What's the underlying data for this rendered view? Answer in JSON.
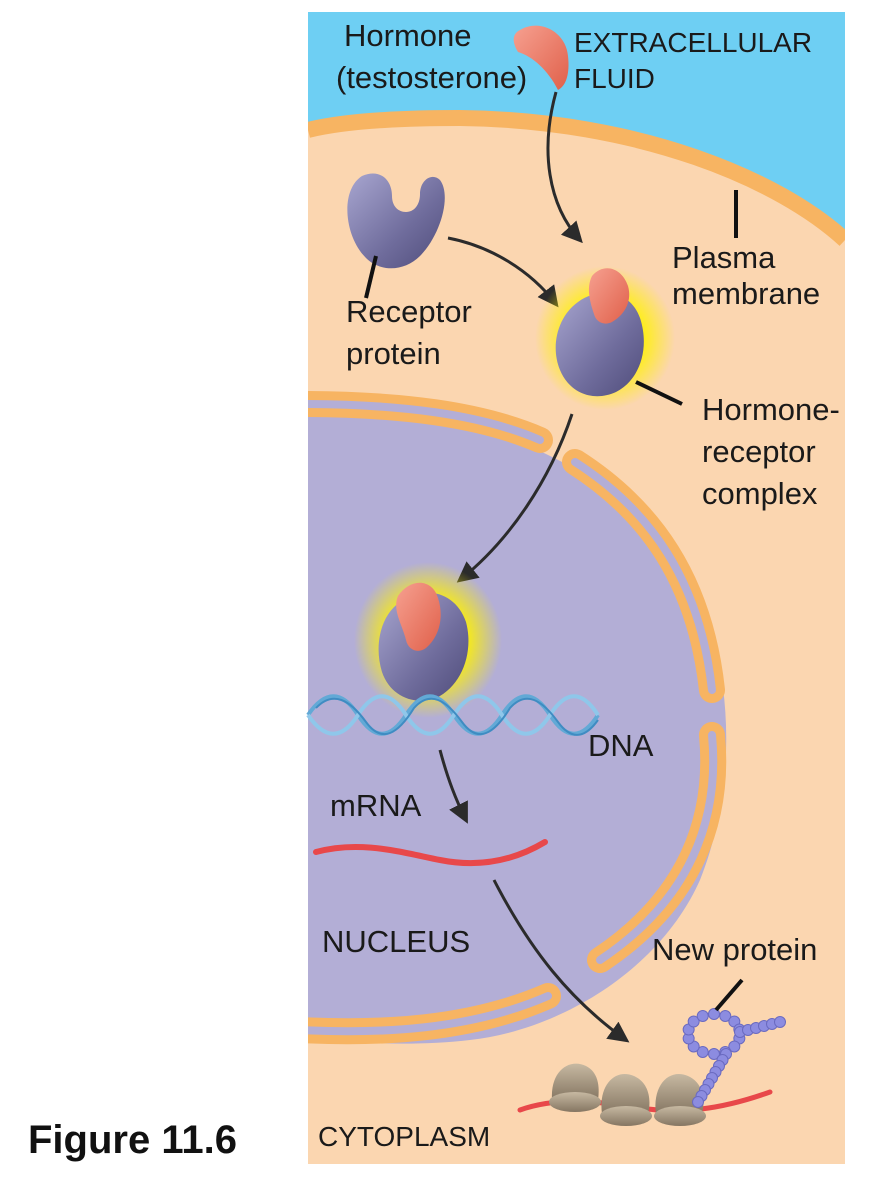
{
  "caption": "Figure 11.6",
  "labels": {
    "hormone_line1": "Hormone",
    "hormone_line2": "(testosterone)",
    "extracellular_line1": "EXTRACELLULAR",
    "extracellular_line2": "FLUID",
    "plasma_line1": "Plasma",
    "plasma_line2": "membrane",
    "receptor_line1": "Receptor",
    "receptor_line2": "protein",
    "complex_line1": "Hormone-",
    "complex_line2": "receptor",
    "complex_line3": "complex",
    "dna": "DNA",
    "mrna": "mRNA",
    "nucleus": "NUCLEUS",
    "new_protein": "New protein",
    "cytoplasm": "CYTOPLASM"
  },
  "colors": {
    "extracellular": "#6ecff3",
    "cytoplasm": "#fbd6b0",
    "membrane": "#f7b462",
    "nucleus": "#b3aed6",
    "receptor": "#7d7aa8",
    "hormone": "#ee7e6a",
    "glow": "#fff200",
    "dna": "#62a9d6",
    "mrna": "#e8484a",
    "ribosome": "#a0927e",
    "new_protein": "#8c8ce0"
  }
}
